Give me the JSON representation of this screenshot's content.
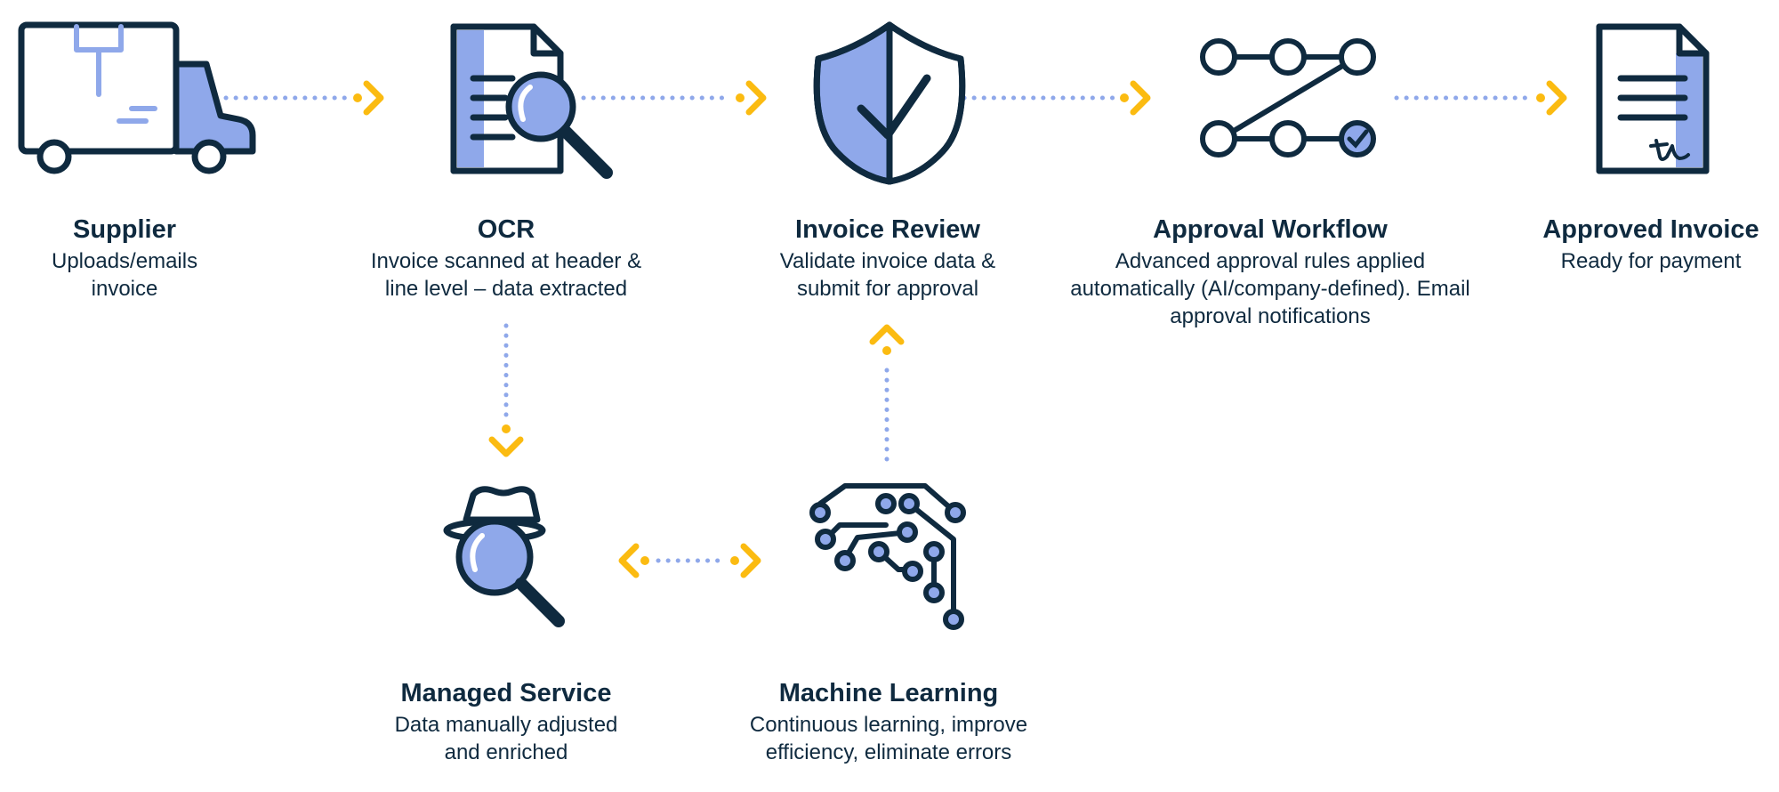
{
  "colors": {
    "navy": "#0f2a3f",
    "fill": "#8fa8ea",
    "arrow": "#fbbb11",
    "dots": "#8fa8ea",
    "background": "#ffffff"
  },
  "nodes": {
    "supplier": {
      "title": "Supplier",
      "desc": "Uploads/emails invoice",
      "icon": "delivery-truck-icon"
    },
    "ocr": {
      "title": "OCR",
      "desc": "Invoice scanned at header & line level – data extracted",
      "icon": "document-magnifier-icon"
    },
    "review": {
      "title": "Invoice Review",
      "desc": "Validate invoice data & submit for approval",
      "icon": "shield-check-icon"
    },
    "workflow": {
      "title": "Approval Workflow",
      "desc": "Advanced approval rules applied automatically (AI/company-defined). Email approval notifications",
      "icon": "workflow-nodes-icon"
    },
    "approved": {
      "title": "Approved Invoice",
      "desc": "Ready for payment",
      "icon": "signed-document-icon"
    },
    "managed": {
      "title": "Managed Service",
      "desc": "Data manually adjusted and enriched",
      "icon": "detective-magnifier-icon"
    },
    "ml": {
      "title": "Machine Learning",
      "desc": "Continuous learning, improve efficiency, eliminate errors",
      "icon": "circuit-brain-icon"
    }
  },
  "connectors": [
    {
      "from": "supplier",
      "to": "ocr",
      "direction": "forward"
    },
    {
      "from": "ocr",
      "to": "review",
      "direction": "forward"
    },
    {
      "from": "review",
      "to": "workflow",
      "direction": "forward"
    },
    {
      "from": "workflow",
      "to": "approved",
      "direction": "forward"
    },
    {
      "from": "ocr",
      "to": "managed",
      "direction": "forward"
    },
    {
      "from": "managed",
      "to": "ml",
      "direction": "both"
    },
    {
      "from": "ml",
      "to": "review",
      "direction": "forward"
    }
  ]
}
